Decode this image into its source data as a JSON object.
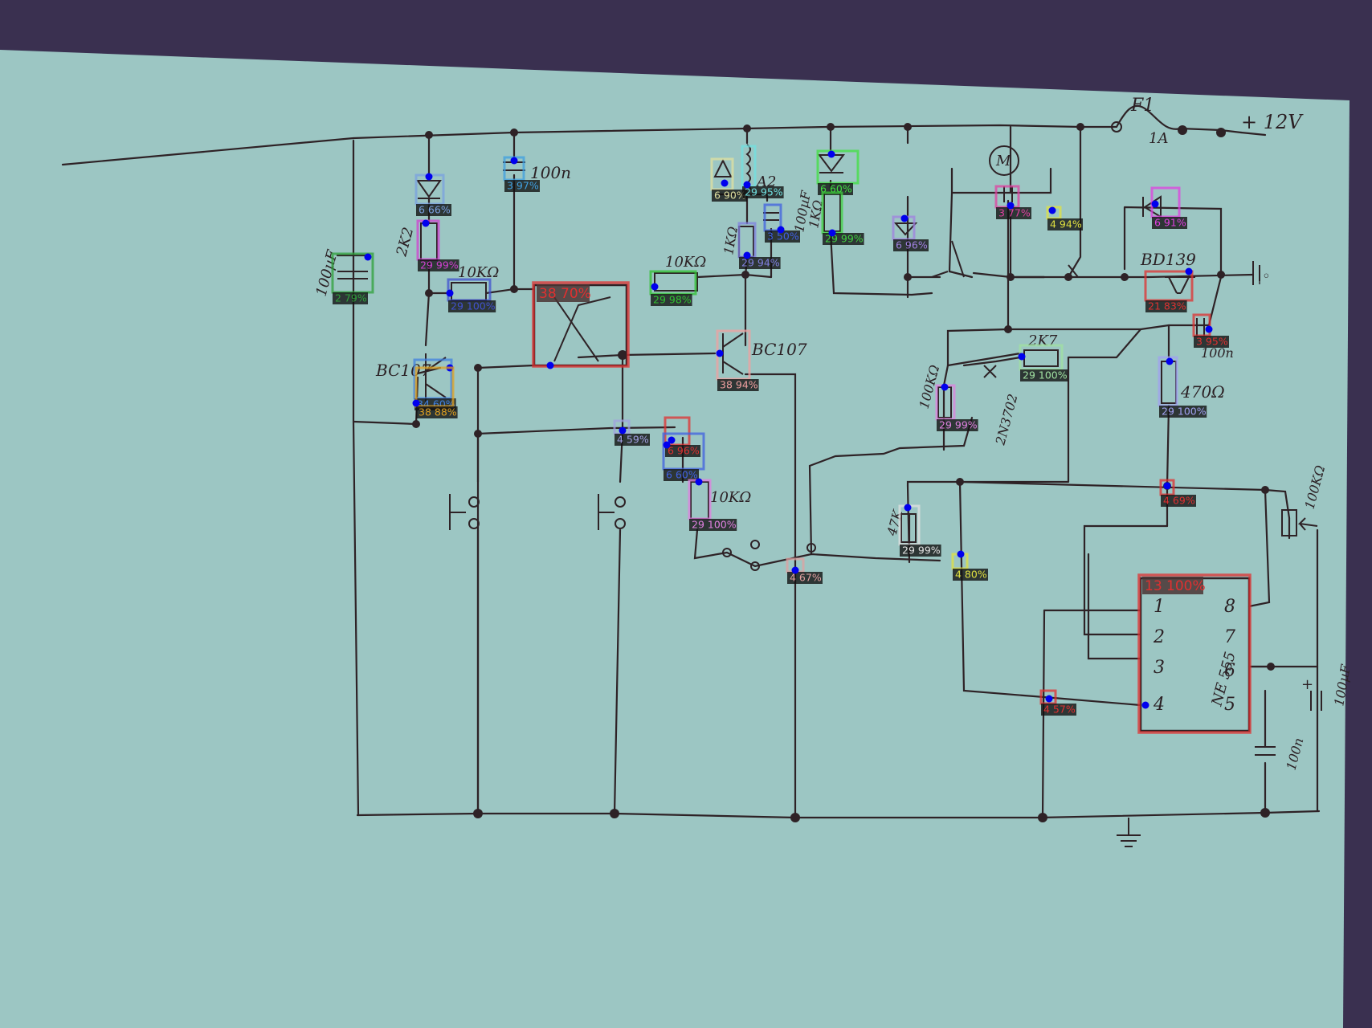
{
  "colors": {
    "paper": "#9cc6c3",
    "wire": "#2e2226",
    "keypoint": "#0000ee",
    "label_bg": "#111111"
  },
  "handwritten": {
    "fuse": "F1",
    "fuse_value": "1A",
    "supply": "+ 12V",
    "motor": "M",
    "cap_100uF_left": "100µF",
    "cap_100n_top": "100n",
    "res_2k2_left": "2K2",
    "res_10k_left": "10KΩ",
    "res_10k_mid": "10KΩ",
    "res_1k_a": "1KΩ",
    "res_1k_b": "1KΩ",
    "relay_a": "A2",
    "cap_100uF_mid": "100µF",
    "transistor_left": "BC107",
    "transistor_mid": "BC107",
    "res_10k_low": "10KΩ",
    "res_100k": "100KΩ",
    "res_2k7": "2K7",
    "transistor_pnp": "2N3702",
    "transistor_power": "BD139",
    "cap_100n_right": "100n",
    "res_470": "470Ω",
    "res_47k": "47K",
    "pot_100k": "100KΩ",
    "ic_name": "NE 555",
    "ic_pins": [
      "1",
      "2",
      "3",
      "4",
      "8",
      "7",
      "6",
      "5"
    ],
    "cap_100n_bottom": "100n",
    "cap_100uF_right": "100µF",
    "plus": "+",
    "ground_out": "|◦"
  },
  "detections": [
    {
      "label": "6 66%",
      "color": "#7aa0e0"
    },
    {
      "label": "3 97%",
      "color": "#3f9fe0"
    },
    {
      "label": "2 79%",
      "color": "#2fa03a"
    },
    {
      "label": "29 99%",
      "color": "#d040d0"
    },
    {
      "label": "29 100%",
      "color": "#4050d0"
    },
    {
      "label": "38 70%",
      "color": "#e03030"
    },
    {
      "label": "34 60%",
      "color": "#4080e0"
    },
    {
      "label": "38 88%",
      "color": "#e0a020"
    },
    {
      "label": "29 98%",
      "color": "#30c030"
    },
    {
      "label": "6 90%",
      "color": "#e0e0a0"
    },
    {
      "label": "29 95%",
      "color": "#70e0e0"
    },
    {
      "label": "29 94%",
      "color": "#8080e0"
    },
    {
      "label": "3 50%",
      "color": "#4060e0"
    },
    {
      "label": "6 60%",
      "color": "#40e040"
    },
    {
      "label": "29 99%",
      "color": "#40d040"
    },
    {
      "label": "38 94%",
      "color": "#f0a0a0"
    },
    {
      "label": "6 96%",
      "color": "#a080e0"
    },
    {
      "label": "3 77%",
      "color": "#e040a0"
    },
    {
      "label": "4 94%",
      "color": "#e0e040"
    },
    {
      "label": "6 91%",
      "color": "#e040e0"
    },
    {
      "label": "21 83%",
      "color": "#e03030"
    },
    {
      "label": "3 95%",
      "color": "#e03030"
    },
    {
      "label": "29 100%",
      "color": "#a0e0a0"
    },
    {
      "label": "29 99%",
      "color": "#e080e0"
    },
    {
      "label": "29 100%",
      "color": "#a0a0f0"
    },
    {
      "label": "4 59%",
      "color": "#a0a0e0"
    },
    {
      "label": "6 96%",
      "color": "#e03030"
    },
    {
      "label": "6 60%",
      "color": "#4060e0"
    },
    {
      "label": "29 100%",
      "color": "#e080e0"
    },
    {
      "label": "4 69%",
      "color": "#e03030"
    },
    {
      "label": "29 99%",
      "color": "#e0e0e0"
    },
    {
      "label": "4 67%",
      "color": "#e0a0a0"
    },
    {
      "label": "4 80%",
      "color": "#e0e040"
    },
    {
      "label": "13 100%",
      "color": "#e03030"
    },
    {
      "label": "4 57%",
      "color": "#e03030"
    }
  ]
}
